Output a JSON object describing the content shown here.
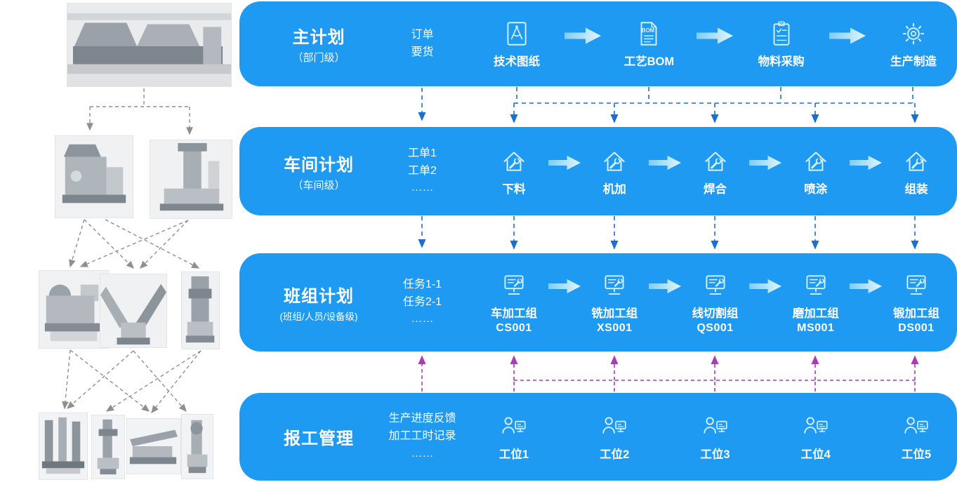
{
  "colors": {
    "band_blue": "#1e9af3",
    "flow_arrow_light": "#dff5fe",
    "flow_arrow_dark": "#7ecdf7",
    "connector_blue": "#1a6fd4",
    "connector_purple": "#aa3cb5",
    "connector_gray": "#8f8f8f"
  },
  "bands": [
    {
      "title": "主计划",
      "subtitle": "（部门级）",
      "input_lines": [
        "订单",
        "要货"
      ],
      "steps": [
        {
          "label": "技术图纸",
          "icon": "blueprint-icon"
        },
        {
          "label": "工艺BOM",
          "icon": "bom-document-icon"
        },
        {
          "label": "物料采购",
          "icon": "material-procurement-icon"
        },
        {
          "label": "生产制造",
          "icon": "manufacturing-gear-icon"
        }
      ]
    },
    {
      "title": "车间计划",
      "subtitle": "（车间级）",
      "input_lines": [
        "工单1",
        "工单2",
        "……"
      ],
      "steps": [
        {
          "label": "下料",
          "icon": "workshop-house-icon"
        },
        {
          "label": "机加",
          "icon": "workshop-house-icon"
        },
        {
          "label": "焊合",
          "icon": "workshop-house-icon"
        },
        {
          "label": "喷涂",
          "icon": "workshop-house-icon"
        },
        {
          "label": "组装",
          "icon": "workshop-house-icon"
        }
      ]
    },
    {
      "title": "班组计划",
      "subtitle": "(班组/人员/设备级)",
      "input_lines": [
        "任务1-1",
        "任务2-1",
        "……"
      ],
      "steps": [
        {
          "label": "车加工组",
          "code": "CS001",
          "icon": "team-terminal-icon"
        },
        {
          "label": "铣加工组",
          "code": "XS001",
          "icon": "team-terminal-icon"
        },
        {
          "label": "线切割组",
          "code": "QS001",
          "icon": "team-terminal-icon"
        },
        {
          "label": "磨加工组",
          "code": "MS001",
          "icon": "team-terminal-icon"
        },
        {
          "label": "锻加工组",
          "code": "DS001",
          "icon": "team-terminal-icon"
        }
      ]
    },
    {
      "title": "报工管理",
      "subtitle": "",
      "input_lines": [
        "生产进度反馈",
        "加工工时记录",
        "……"
      ],
      "steps": [
        {
          "label": "工位1",
          "icon": "operator-station-icon"
        },
        {
          "label": "工位2",
          "icon": "operator-station-icon"
        },
        {
          "label": "工位3",
          "icon": "operator-station-icon"
        },
        {
          "label": "工位4",
          "icon": "operator-station-icon"
        },
        {
          "label": "工位5",
          "icon": "operator-station-icon"
        }
      ]
    }
  ]
}
